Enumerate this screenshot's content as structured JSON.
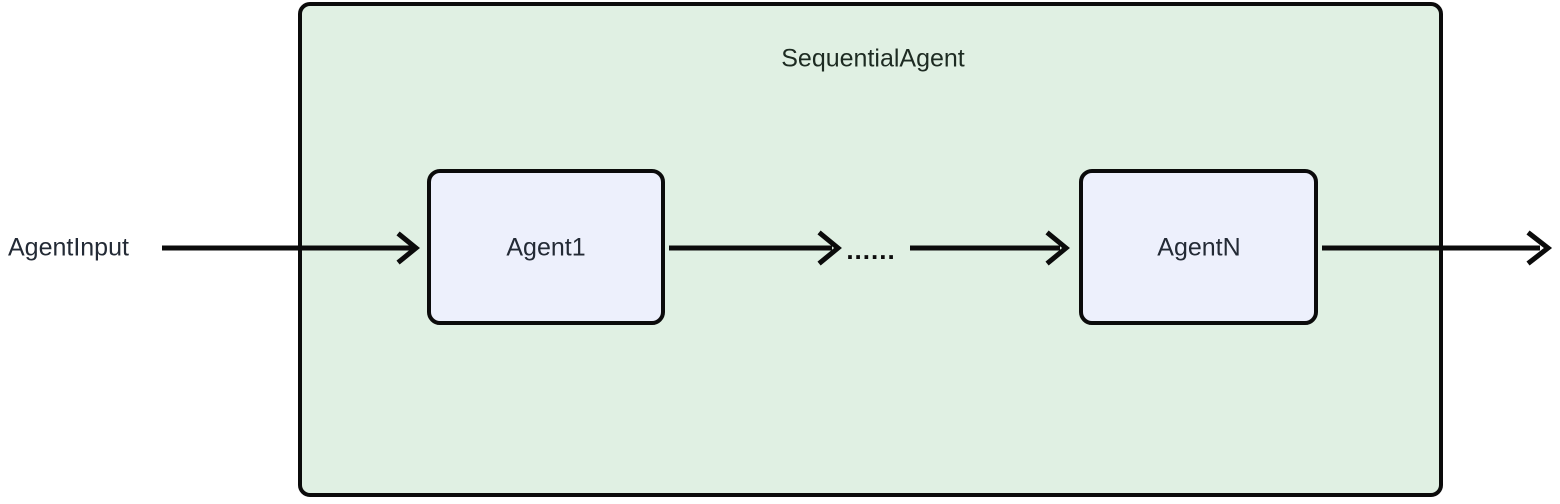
{
  "diagram": {
    "type": "flow-diagram",
    "background_color": "#ffffff",
    "group": {
      "title": "SequentialAgent",
      "fill_color": "#e0f0e3",
      "border_color": "#0b0b0b"
    },
    "nodes": [
      {
        "id": "agent1",
        "label": "Agent1",
        "fill_color": "#edf0fc",
        "border_color": "#0b0b0b"
      },
      {
        "id": "ellipsis",
        "label": "......",
        "fill_color": "none",
        "border_color": "none"
      },
      {
        "id": "agentN",
        "label": "AgentN",
        "fill_color": "#edf0fc",
        "border_color": "#0b0b0b"
      }
    ],
    "io_labels": [
      {
        "id": "agent-input",
        "label": "AgentInput"
      }
    ],
    "edges": [
      {
        "id": "edge-input-to-agent1",
        "from": "AgentInput",
        "to": "Agent1",
        "label": ""
      },
      {
        "id": "edge-agent1-to-ellipsis",
        "from": "Agent1",
        "to": "......",
        "label": ""
      },
      {
        "id": "edge-ellipsis-to-agentN",
        "from": "......",
        "to": "AgentN",
        "label": ""
      },
      {
        "id": "edge-agentN-to-output",
        "from": "AgentN",
        "to": "",
        "label": ""
      }
    ],
    "text_color": "#232a35"
  }
}
